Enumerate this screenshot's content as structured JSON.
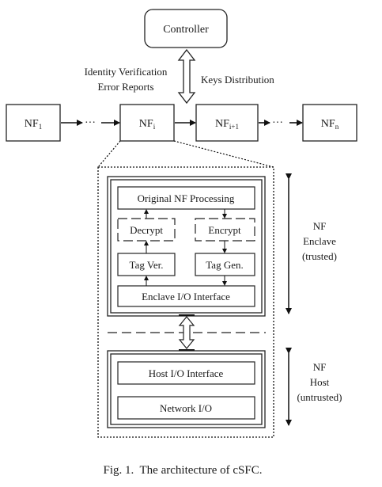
{
  "controller": {
    "label": "Controller"
  },
  "labels": {
    "identity_verification": "Identity Verification",
    "error_reports": "Error Reports",
    "keys_distribution": "Keys Distribution"
  },
  "chain": [
    {
      "base": "NF",
      "sub": "1"
    },
    {
      "base": "NF",
      "sub": "i"
    },
    {
      "base": "NF",
      "sub": "i+1"
    },
    {
      "base": "NF",
      "sub": "n"
    }
  ],
  "enclave": {
    "original_nf_processing": "Original NF Processing",
    "decrypt": "Decrypt",
    "encrypt": "Encrypt",
    "tag_ver": "Tag Ver.",
    "tag_gen": "Tag Gen.",
    "io_interface": "Enclave I/O Interface"
  },
  "host": {
    "io_interface": "Host I/O Interface",
    "network_io": "Network I/O"
  },
  "side_labels": {
    "enclave": [
      "NF",
      "Enclave",
      "(trusted)"
    ],
    "host": [
      "NF",
      "Host",
      "(untrusted)"
    ]
  },
  "caption": "Fig. 1.  The architecture of cSFC."
}
